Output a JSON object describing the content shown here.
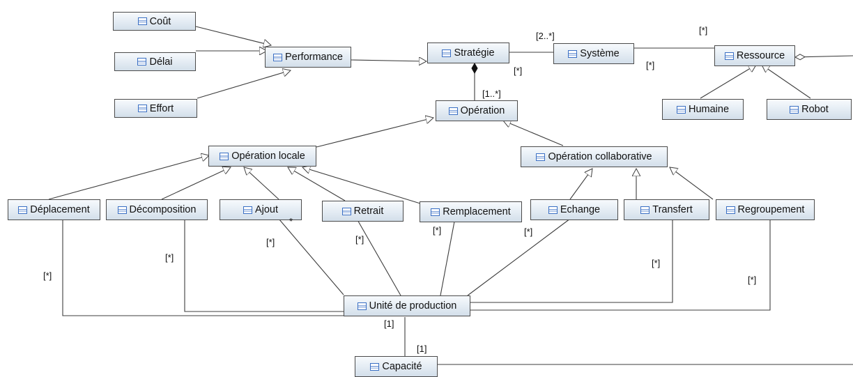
{
  "classes": {
    "cout": "Coût",
    "delai": "Délai",
    "effort": "Effort",
    "performance": "Performance",
    "strategie": "Stratégie",
    "systeme": "Système",
    "ressource": "Ressource",
    "humaine": "Humaine",
    "robot": "Robot",
    "operation": "Opération",
    "operation_locale": "Opération locale",
    "operation_collaborative": "Opération collaborative",
    "deplacement": "Déplacement",
    "decomposition": "Décomposition",
    "ajout": "Ajout",
    "retrait": "Retrait",
    "remplacement": "Remplacement",
    "echange": "Echange",
    "transfert": "Transfert",
    "regroupement": "Regroupement",
    "unite_production": "Unité de production",
    "capacite": "Capacité"
  },
  "multiplicities": {
    "strategie_systeme": "[2..*]",
    "systeme_ressource": "[*]",
    "ressource_end": "[*]",
    "strategie_end": "[*]",
    "strategie_operation": "[1..*]",
    "deplacement": "[*]",
    "decomposition": "[*]",
    "ajout": "[*]",
    "ajout_star": "*",
    "retrait": "[*]",
    "remplacement": "[*]",
    "echange": "[*]",
    "transfert": "[*]",
    "regroupement": "[*]",
    "unite_capacite": "[1]",
    "capacite_unite": "[1]"
  },
  "icon": "class-icon",
  "colors": {
    "icon": "#3a6fc4",
    "line": "#3c3c3c"
  }
}
